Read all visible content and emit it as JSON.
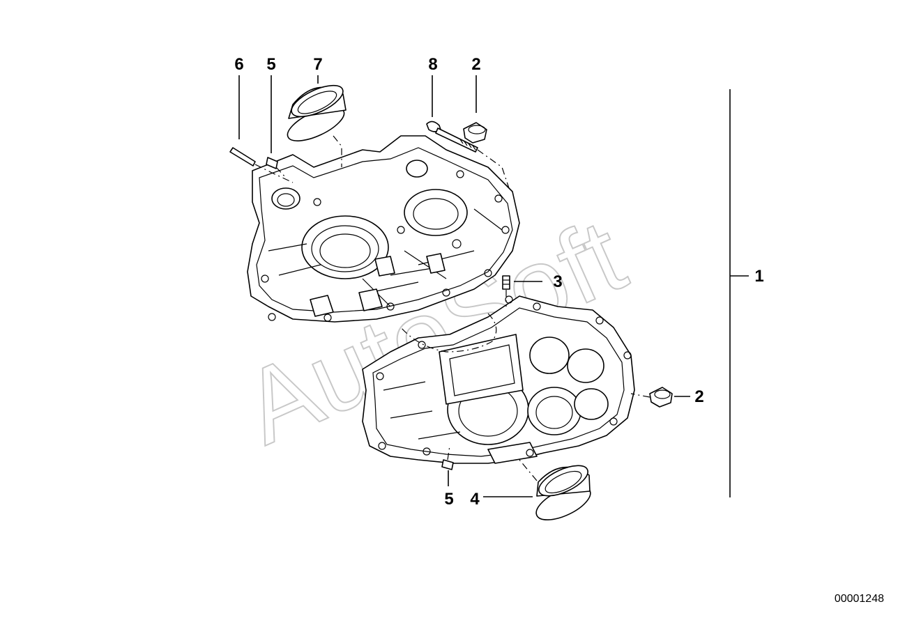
{
  "diagram": {
    "watermark": "AutoSoft",
    "document_number": "00001248",
    "callouts": {
      "c6": "6",
      "c5_top": "5",
      "c7": "7",
      "c8": "8",
      "c2_top": "2",
      "c3": "3",
      "c1": "1",
      "c2_right": "2",
      "c5_bottom": "5",
      "c4": "4"
    }
  }
}
